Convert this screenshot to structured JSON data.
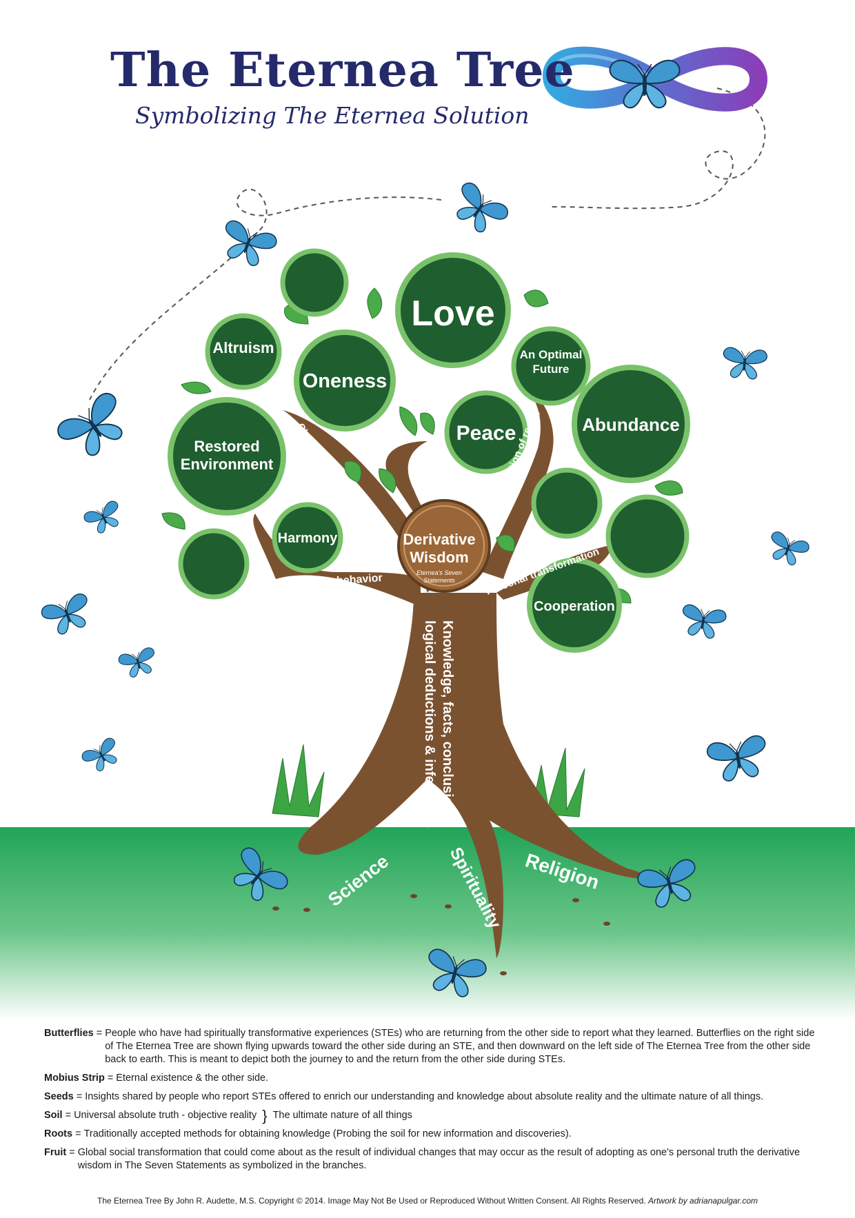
{
  "header": {
    "title": "The Eternea Tree",
    "subtitle": "Symbolizing The Eternea Solution"
  },
  "colors": {
    "title": "#252a6b",
    "fruit_fill": "#1f5e2e",
    "fruit_ring": "#79c26b",
    "trunk": "#7b5230",
    "trunk_label_bg": "#a86b3a",
    "grass": "#2aa65a",
    "butterfly": "#3f98cf",
    "leaf": "#4aab48"
  },
  "fruits": {
    "love": "Love",
    "altruism": "Altruism",
    "oneness": "Oneness",
    "optimal_line1": "An Optimal",
    "optimal_line2": "Future",
    "restored_line1": "Restored",
    "restored_line2": "Environment",
    "peace": "Peace",
    "abundance": "Abundance",
    "harmony": "Harmony",
    "cooperation": "Cooperation"
  },
  "center": {
    "line1": "Derivative",
    "line2": "Wisdom",
    "sub_line1": "Eternea's Seven",
    "sub_line2": "Statements"
  },
  "branches": {
    "values": "Changes in values & attitudes",
    "perception": "New perception of reality",
    "behavior": "Changes in behavior",
    "personal": "Personal transformation"
  },
  "trunk": {
    "line1": "Knowledge, facts, conclusions,",
    "line2": "logical deductions & inferences"
  },
  "roots": {
    "science": "Science",
    "spirituality": "Spirituality",
    "religion": "Religion"
  },
  "legend": {
    "butterflies_key": "Butterflies",
    "butterflies_text": "People who have had spiritually transformative experiences (STEs) who are returning from the other side to report  what they learned. Butterflies on the right side of The Eternea Tree are shown flying upwards toward the other side during an STE, and then downward on the left side of The Eternea Tree from the other side back to earth. This is meant to depict both the journey to and the return from the other side during STEs.",
    "mobius_key": "Mobius Strip",
    "mobius_text": "Eternal existence & the other side.",
    "seeds_key": "Seeds",
    "seeds_text": "Insights shared by people who report STEs offered to enrich our understanding and knowledge about absolute reality and the ultimate nature of all things.",
    "soil_key": "Soil",
    "soil_text": "Universal absolute truth - objective reality",
    "soil_brace": "}",
    "soil_extra": "The ultimate nature of all things",
    "roots_key": "Roots",
    "roots_text": "Traditionally accepted methods for obtaining knowledge (Probing the soil for new information and discoveries).",
    "fruit_key": "Fruit",
    "fruit_text": "Global social transformation that could come about as the result of individual changes that may occur as the result of adopting as one's personal truth the derivative wisdom in The Seven Statements as symbolized in the branches."
  },
  "footer": {
    "credit": "The Eternea Tree By John R. Audette, M.S. Copyright © 2014. Image May Not Be Used or Reproduced Without Written Consent. All Rights Reserved.",
    "artwork": "Artwork by adrianapulgar.com"
  }
}
